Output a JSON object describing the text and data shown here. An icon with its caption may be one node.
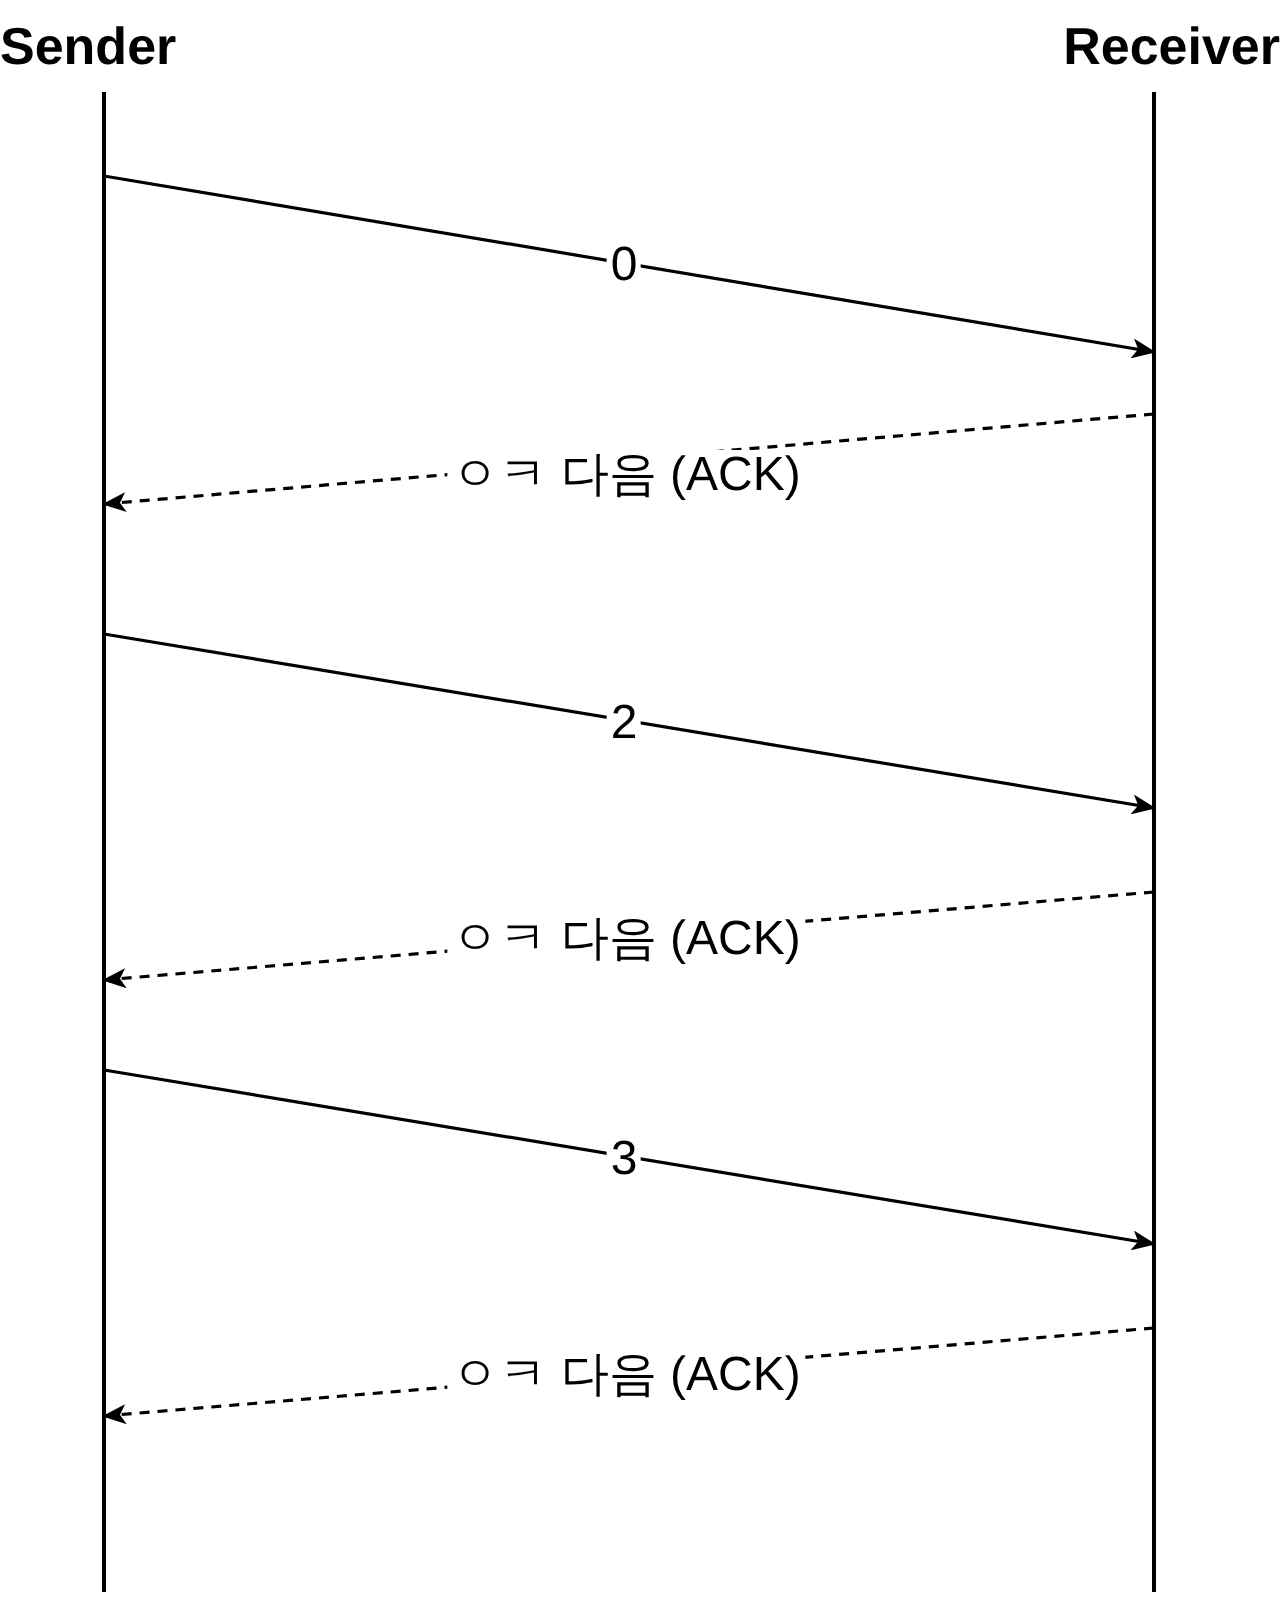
{
  "diagram": {
    "nodes": [
      {
        "text": [
          "Sender"
        ]
      },
      {
        "text": [
          "Receiver"
        ]
      }
    ],
    "edges": [
      {
        "from": 0,
        "to": 1,
        "arrow": "to",
        "label": "0"
      },
      {
        "from": 1,
        "to": 0,
        "arrow": "to",
        "label": "ㅇㅋ 다음 (ACK)",
        "style": "dashed"
      },
      {
        "from": 0,
        "to": 1,
        "arrow": "to",
        "label": "2"
      },
      {
        "from": 1,
        "to": 0,
        "arrow": "to",
        "label": "ㅇㅋ 다음 (ACK)",
        "style": "dashed"
      },
      {
        "from": 0,
        "to": 1,
        "arrow": "to",
        "label": "3"
      },
      {
        "from": 1,
        "to": 0,
        "arrow": "to",
        "label": "ㅇㅋ 다음 (ACK)",
        "style": "dashed"
      }
    ]
  }
}
